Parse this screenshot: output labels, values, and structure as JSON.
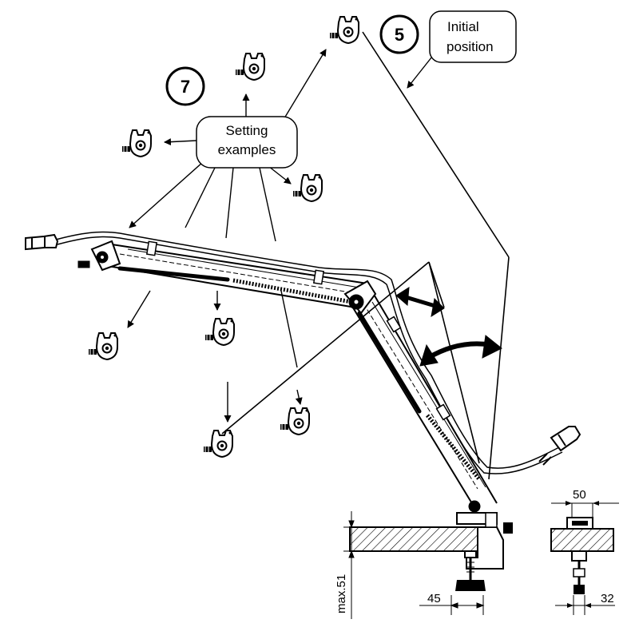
{
  "callouts": {
    "step5_number": "5",
    "step5_label_line1": "Initial",
    "step5_label_line2": "position",
    "step7_number": "7",
    "step7_label_line1": "Setting",
    "step7_label_line2": "examples"
  },
  "dimensions": {
    "clamp_offset": "45",
    "max_table_thickness": "max.51",
    "clamp_width": "50",
    "clamp_depth": "32"
  },
  "icons": {
    "mic_clip": "microphone-clip-icon",
    "xlr": "xlr-connector-icon",
    "knob": "wing-knob-icon"
  },
  "colors": {
    "line": "#000000",
    "background": "#ffffff"
  }
}
